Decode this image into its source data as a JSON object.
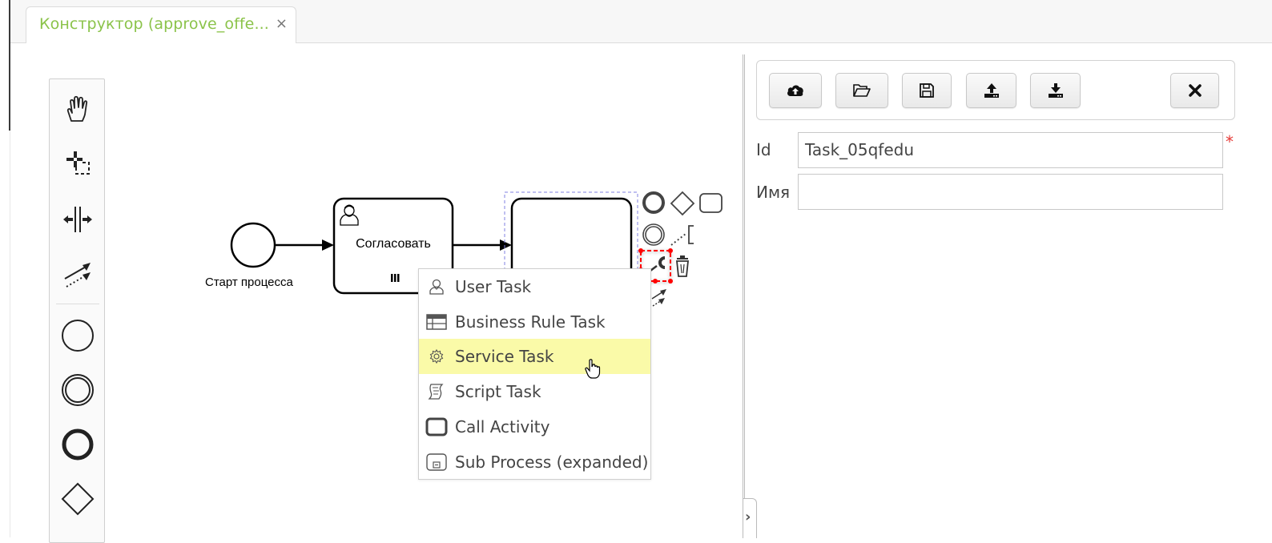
{
  "tab": {
    "title": "Конструктор (approve_offe...",
    "close_icon": "×"
  },
  "palette": {
    "tools": [
      {
        "name": "hand-tool",
        "icon": "hand-icon"
      },
      {
        "name": "lasso-tool",
        "icon": "lasso-icon"
      },
      {
        "name": "space-tool",
        "icon": "space-icon"
      },
      {
        "name": "global-connect-tool",
        "icon": "connect-icon"
      }
    ],
    "shapes": [
      {
        "name": "start-event",
        "icon": "circle-thin-icon"
      },
      {
        "name": "intermediate-event",
        "icon": "double-circle-icon"
      },
      {
        "name": "end-event",
        "icon": "circle-thick-icon"
      },
      {
        "name": "gateway",
        "icon": "diamond-icon"
      }
    ]
  },
  "diagram": {
    "start_event_label": "Старт процесса",
    "task_label": "Согласовать",
    "task_marker": "III"
  },
  "replace_menu": {
    "items": [
      {
        "label": "User Task",
        "icon": "user-icon",
        "highlighted": false
      },
      {
        "label": "Business Rule Task",
        "icon": "table-icon",
        "highlighted": false
      },
      {
        "label": "Service Task",
        "icon": "gear-icon",
        "highlighted": true
      },
      {
        "label": "Script Task",
        "icon": "script-icon",
        "highlighted": false
      },
      {
        "label": "Call Activity",
        "icon": "call-activity-icon",
        "highlighted": false
      },
      {
        "label": "Sub Process (expanded)",
        "icon": "subprocess-icon",
        "highlighted": false
      }
    ]
  },
  "context_pad": {
    "items": [
      "end-event-icon",
      "gateway-icon",
      "task-icon",
      "intermediate-event-icon",
      "text-annotation-icon",
      "replace-wrench-icon",
      "delete-icon",
      "connect-icon"
    ]
  },
  "toolbar": {
    "buttons": [
      {
        "name": "deploy-button",
        "icon": "cloud-upload-icon"
      },
      {
        "name": "open-button",
        "icon": "folder-open-icon"
      },
      {
        "name": "save-button",
        "icon": "floppy-icon"
      },
      {
        "name": "export-button",
        "icon": "upload-icon"
      },
      {
        "name": "import-button",
        "icon": "download-icon"
      },
      {
        "name": "close-button",
        "icon": "close-icon"
      }
    ]
  },
  "properties": {
    "id_label": "Id",
    "id_value": "Task_05qfedu",
    "id_required": "*",
    "name_label": "Имя",
    "name_value": ""
  },
  "splitter": {
    "toggle_icon": "›"
  },
  "colors": {
    "tab_title": "#8bc34a",
    "menu_highlight": "#fafaa8",
    "selection_red": "#ff0000",
    "required": "#e53935"
  }
}
